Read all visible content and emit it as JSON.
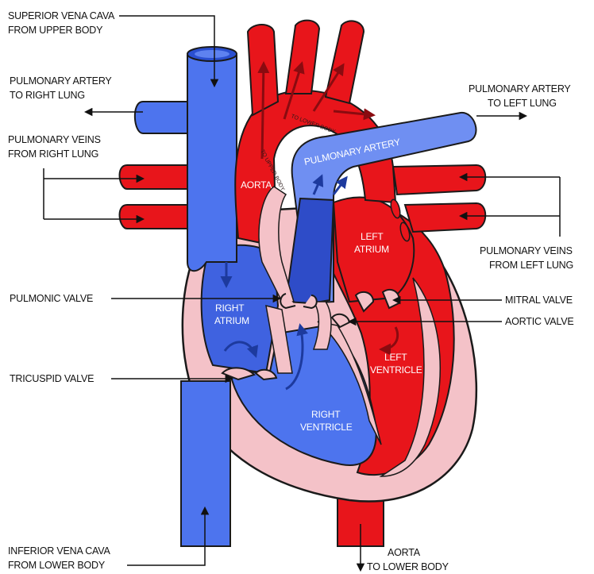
{
  "labels": {
    "superior_vena_cava": [
      "SUPERIOR VENA CAVA",
      "FROM UPPER BODY"
    ],
    "pulmonary_artery_right": [
      "PULMONARY ARTERY",
      "TO RIGHT LUNG"
    ],
    "pulmonary_veins_right": [
      "PULMONARY VEINS",
      "FROM RIGHT LUNG"
    ],
    "pulmonary_artery_left": [
      "PULMONARY ARTERY",
      "TO LEFT LUNG"
    ],
    "pulmonary_veins_left": [
      "PULMONARY VEINS",
      "FROM LEFT LUNG"
    ],
    "pulmonic_valve": "PULMONIC VALVE",
    "tricuspid_valve": "TRICUSPID VALVE",
    "mitral_valve": "MITRAL VALVE",
    "aortic_valve": "AORTIC VALVE",
    "inferior_vena_cava": [
      "INFERIOR VENA CAVA",
      "FROM LOWER BODY"
    ],
    "aorta_lower": [
      "AORTA",
      "TO LOWER BODY"
    ]
  },
  "inner_labels": {
    "aorta": "AORTA",
    "pulmonary_artery": "PULMONARY ARTERY",
    "left_atrium": [
      "LEFT",
      "ATRIUM"
    ],
    "right_atrium": [
      "RIGHT",
      "ATRIUM"
    ],
    "left_ventricle": [
      "LEFT",
      "VENTRICLE"
    ],
    "right_ventricle": [
      "RIGHT",
      "VENTRICLE"
    ],
    "arch_text_1": "TO UPPER BODY",
    "arch_text_2": "TO LOWER BODY"
  },
  "colors": {
    "oxygenated": "#e8151b",
    "deoxygenated": "#4d74ee",
    "pink_tissue": "#f4c2c8",
    "outline": "#1a1a1a"
  }
}
